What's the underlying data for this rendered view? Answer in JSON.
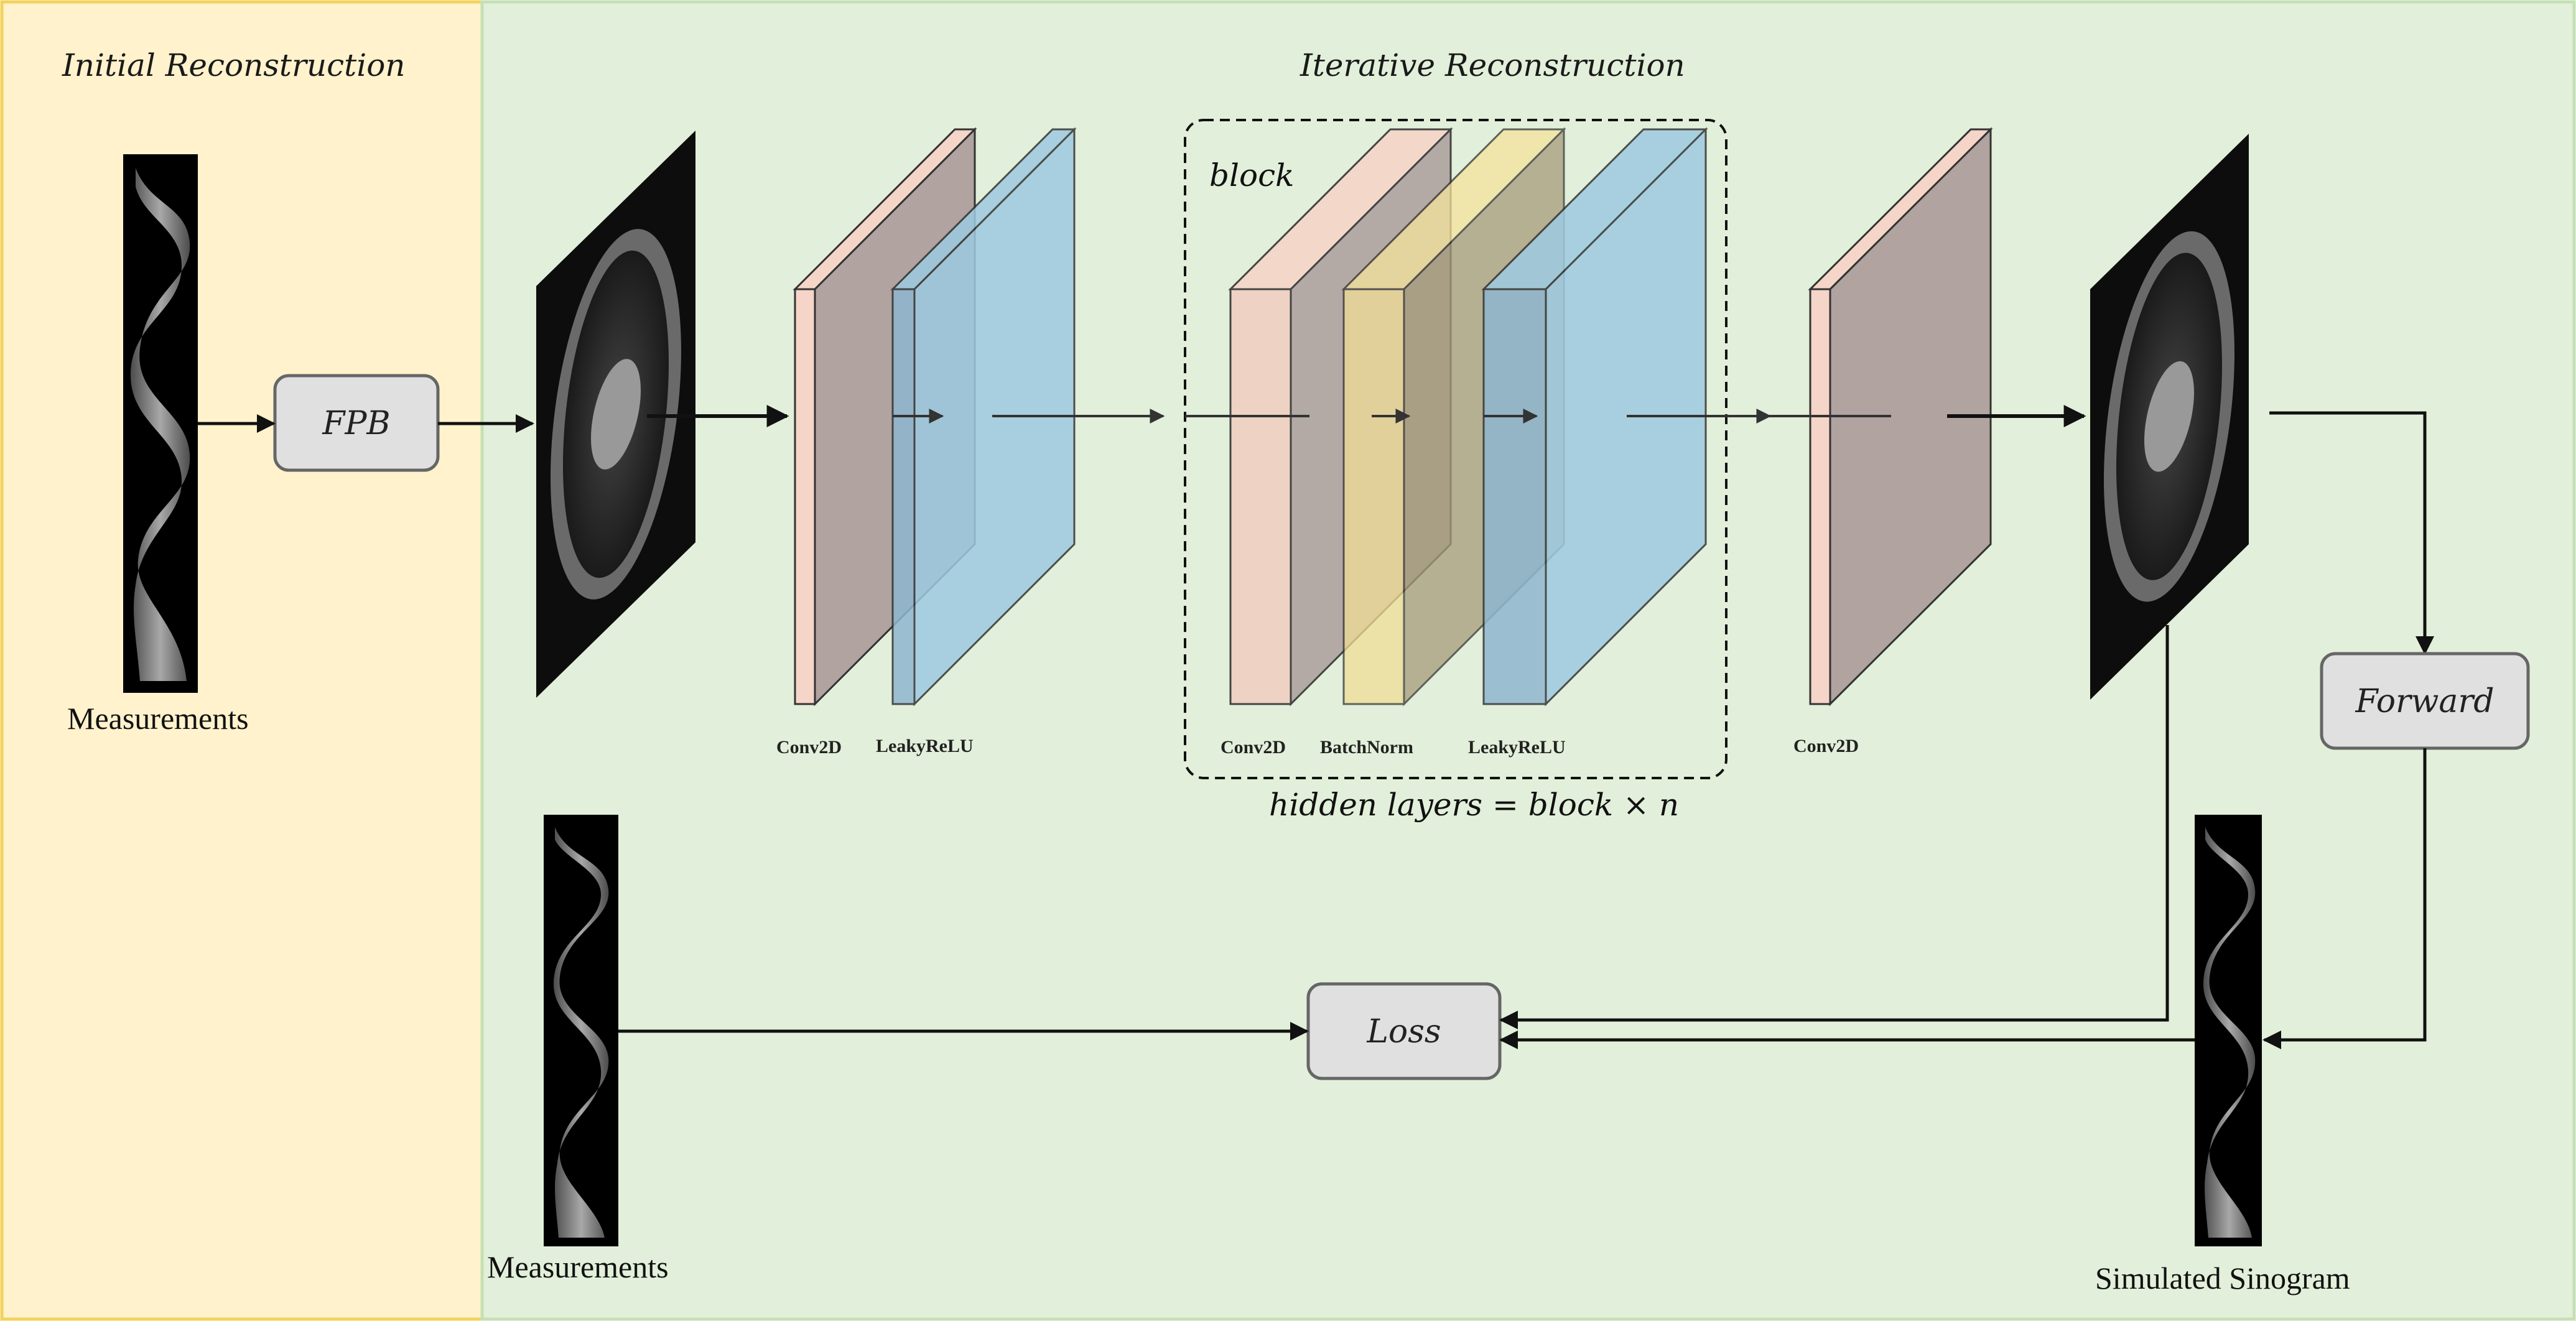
{
  "sections": {
    "initial_title": "Initial Reconstruction",
    "iterative_title": "Iterative Reconstruction"
  },
  "boxes": {
    "fpb": "FPB",
    "forward": "Forward",
    "loss": "Loss"
  },
  "labels": {
    "measurements_top": "Measurements",
    "measurements_bottom": "Measurements",
    "simulated_sinogram": "Simulated Sinogram",
    "block": "block",
    "hidden_layers": "hidden layers = block × n"
  },
  "layers": {
    "conv2d_1": "Conv2D",
    "leakyrelu_1": "LeakyReLU",
    "conv2d_2": "Conv2D",
    "batchnorm": "BatchNorm",
    "leakyrelu_2": "LeakyReLU",
    "conv2d_3": "Conv2D"
  },
  "colors": {
    "initial_panel": "#fff2cc",
    "initial_border": "#f2d15c",
    "iterative_panel": "#e2efda",
    "iterative_border": "#c5e0b4",
    "conv": "#f5d5c8",
    "relu": "#9ecae1",
    "batchnorm": "#f5e29b",
    "node_fill": "#e0e0e0"
  }
}
